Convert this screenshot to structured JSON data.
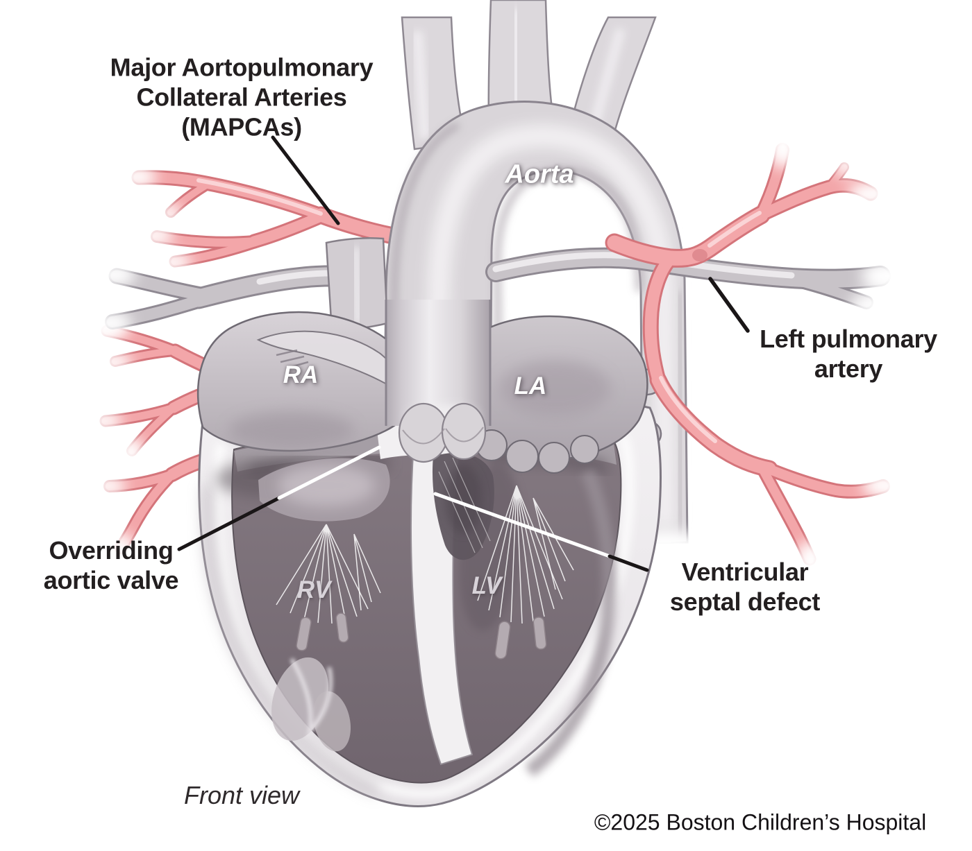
{
  "figure": {
    "mapca_label": {
      "line1": "Major Aortopulmonary",
      "line2": "Collateral Arteries",
      "line3": "(MAPCAs)"
    },
    "aorta_label": "Aorta",
    "left_pulmonary_artery_label": {
      "line1": "Left pulmonary",
      "line2": "artery"
    },
    "right_atrium_label": "RA",
    "left_atrium_label": "LA",
    "right_ventricle_label": "RV",
    "left_ventricle_label": "LV",
    "overriding_aortic_valve_label": {
      "line1": "Overriding",
      "line2": "aortic valve"
    },
    "ventricular_septal_defect_label": {
      "line1": "Ventricular",
      "line2": "septal defect"
    },
    "view_caption": "Front view",
    "copyright": "©2025 Boston Children’s Hospital",
    "colors": {
      "mapca_pink": "#f3a6a9",
      "pink_outline": "#d4747a",
      "vessel_gray": "#c8c3c8",
      "vessel_gray_outline": "#8f8992",
      "heart_light": "#edeaed",
      "chamber_dark": "#786d75",
      "septum_white": "#f2f0f2",
      "label_black": "#231f20",
      "label_white": "#ffffff"
    }
  }
}
